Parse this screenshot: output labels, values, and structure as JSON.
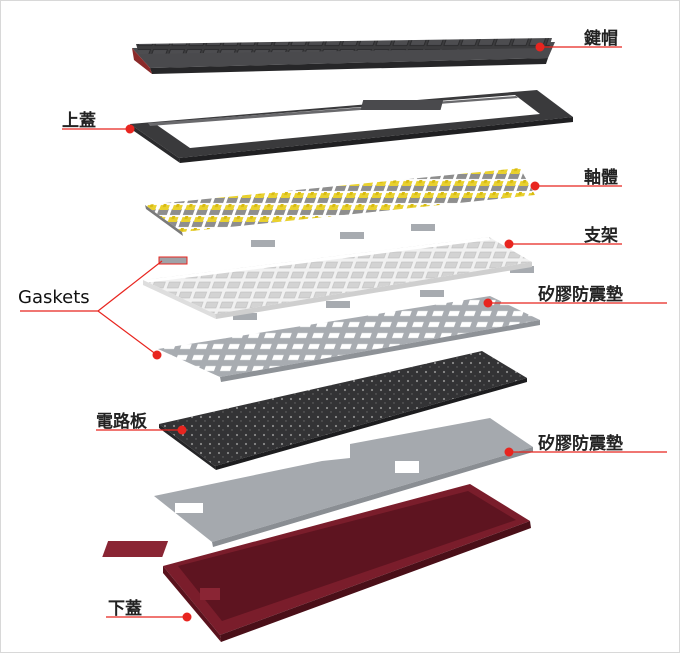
{
  "labels": {
    "keycaps": "鍵帽",
    "top_case": "上蓋",
    "switches": "軸體",
    "plate": "支架",
    "silicone_pad_1": "矽膠防震墊",
    "gaskets": "Gaskets",
    "pcb": "電路板",
    "silicone_pad_2": "矽膠防震墊",
    "bottom_case": "下蓋"
  },
  "colors": {
    "marker": "#e8251f",
    "leader_line": "#e8251f",
    "keycaps": "#3a3a3c",
    "top_case": "#2f2f31",
    "switches": "#e9d12e",
    "plate": "#f0f0f0",
    "silicone": "#a9adb2",
    "pcb": "#333335",
    "bottom_pad": "#a2a5aa",
    "bottom_case": "#7a1d2b"
  }
}
